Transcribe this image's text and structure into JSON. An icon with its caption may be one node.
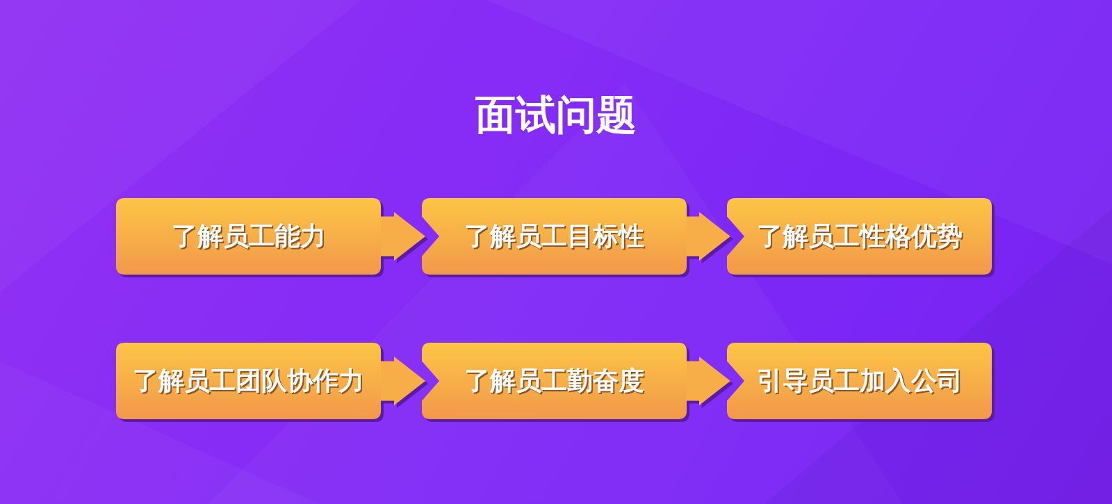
{
  "diagram": {
    "title": "面试问题",
    "nodes": [
      {
        "text": [
          "了解员工能力"
        ]
      },
      {
        "text": [
          "了解员工目标性"
        ]
      },
      {
        "text": [
          "了解员工性格优势"
        ]
      },
      {
        "text": [
          "了解员工团队协作力"
        ]
      },
      {
        "text": [
          "了解员工勤奋度"
        ]
      },
      {
        "text": [
          "引导员工加入公司"
        ]
      }
    ],
    "edges": [
      {
        "from": 0,
        "to": 1,
        "arrow": "to"
      },
      {
        "from": 1,
        "to": 2,
        "arrow": "to"
      },
      {
        "from": 3,
        "to": 4,
        "arrow": "to"
      },
      {
        "from": 4,
        "to": 5,
        "arrow": "to"
      }
    ]
  }
}
